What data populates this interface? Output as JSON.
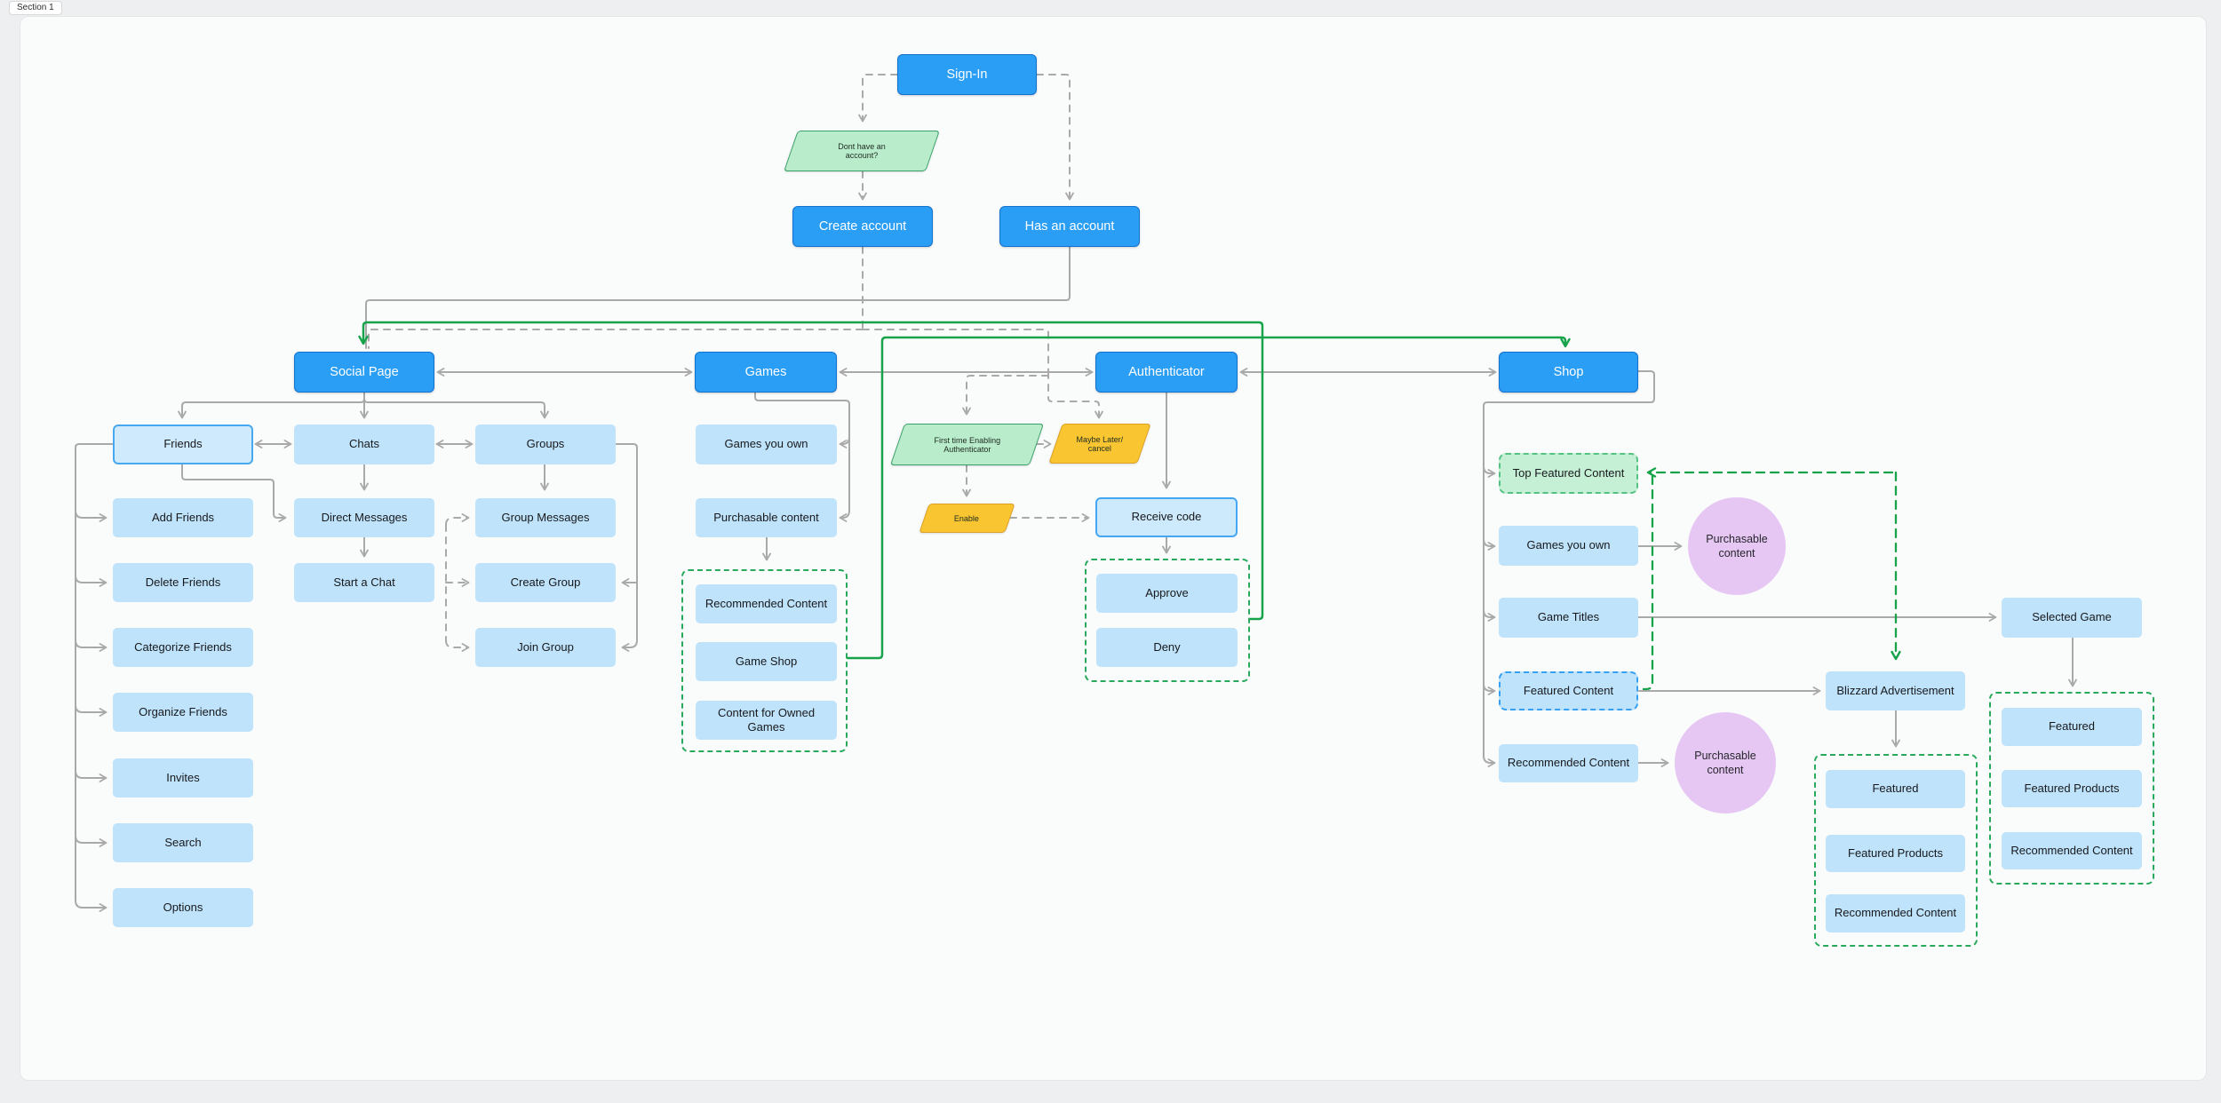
{
  "section": {
    "label": "Section 1"
  },
  "colors": {
    "canvas_bg": "#edeff1",
    "section_bg": "#fafbfb",
    "primary_blue": "#2a9df4",
    "light_blue": "#bfe3fb",
    "green_line": "#17a34a",
    "gray_line": "#a9a9a9",
    "green_fill": "#b9ecca",
    "orange_fill": "#f9c531",
    "purple_fill": "#e6c7f4",
    "dashed_container_green": "#28a95c"
  },
  "nodes": {
    "sign_in": "Sign-In",
    "no_account": "Dont have an account?",
    "create_account": "Create account",
    "has_account": "Has an account",
    "social_page": "Social Page",
    "games": "Games",
    "authenticator": "Authenticator",
    "shop": "Shop",
    "friends": "Friends",
    "chats": "Chats",
    "groups": "Groups",
    "add_friends": "Add Friends",
    "delete_friends": "Delete Friends",
    "categorize_friends": "Categorize Friends",
    "organize_friends": "Organize Friends",
    "invites": "Invites",
    "search": "Search",
    "options": "Options",
    "direct_messages": "Direct Messages",
    "start_a_chat": "Start a Chat",
    "group_messages": "Group Messages",
    "create_group": "Create Group",
    "join_group": "Join Group",
    "games_you_own": "Games you own",
    "purchasable_content": "Purchasable content",
    "recommended_content": "Recommended Content",
    "game_shop": "Game Shop",
    "content_for_owned_games": "Content for Owned Games",
    "first_time": "First time Enabling Authenticator",
    "maybe_later": "Maybe Later/ cancel",
    "enable": "Enable",
    "receive_code": "Receive code",
    "approve": "Approve",
    "deny": "Deny",
    "top_featured_content": "Top Featured Content",
    "game_titles": "Game Titles",
    "featured_content": "Featured Content",
    "blizzard_ad": "Blizzard Advertisement",
    "selected_game": "Selected Game",
    "featured": "Featured",
    "featured_products": "Featured Products"
  }
}
